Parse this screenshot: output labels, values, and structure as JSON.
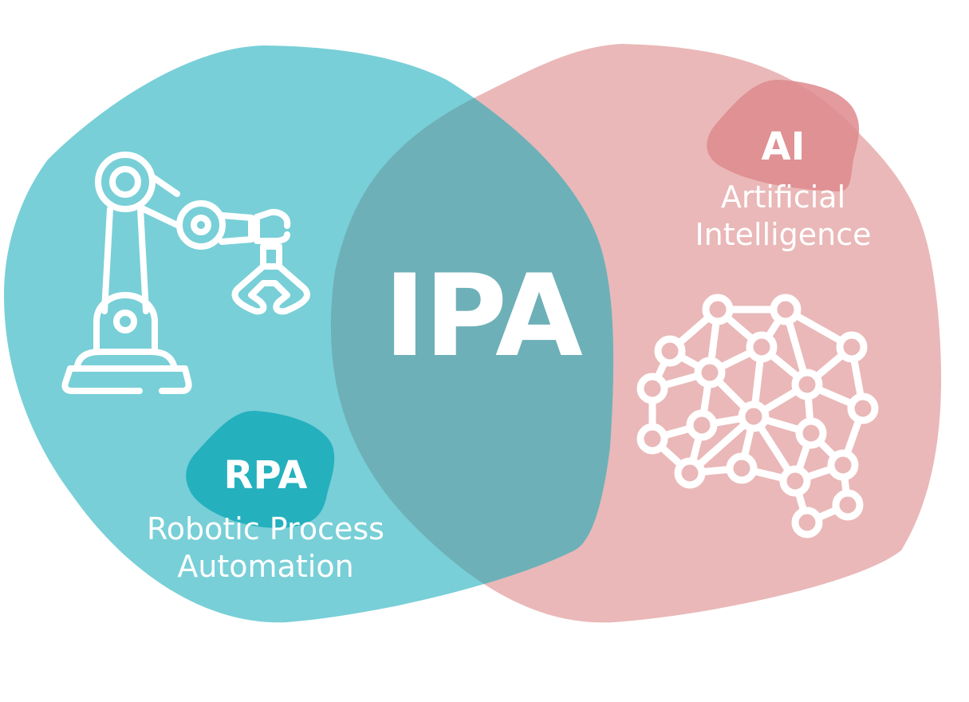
{
  "diagram": {
    "type": "venn",
    "center": {
      "label": "IPA"
    },
    "sets": [
      {
        "id": "rpa",
        "abbr": "RPA",
        "full_line1": "Robotic Process",
        "full_line2": "Automation",
        "icon": "robot-arm-icon",
        "color": "#78CFD7",
        "accent": "#25B0BE"
      },
      {
        "id": "ai",
        "abbr": "AI",
        "full_line1": "Artificial",
        "full_line2": "Intelligence",
        "icon": "neural-network-brain-icon",
        "color": "#EAB8B8",
        "accent": "#DE8A8C"
      }
    ],
    "overlap_color": "#6EB0B8",
    "background": "#FFFFFF"
  }
}
